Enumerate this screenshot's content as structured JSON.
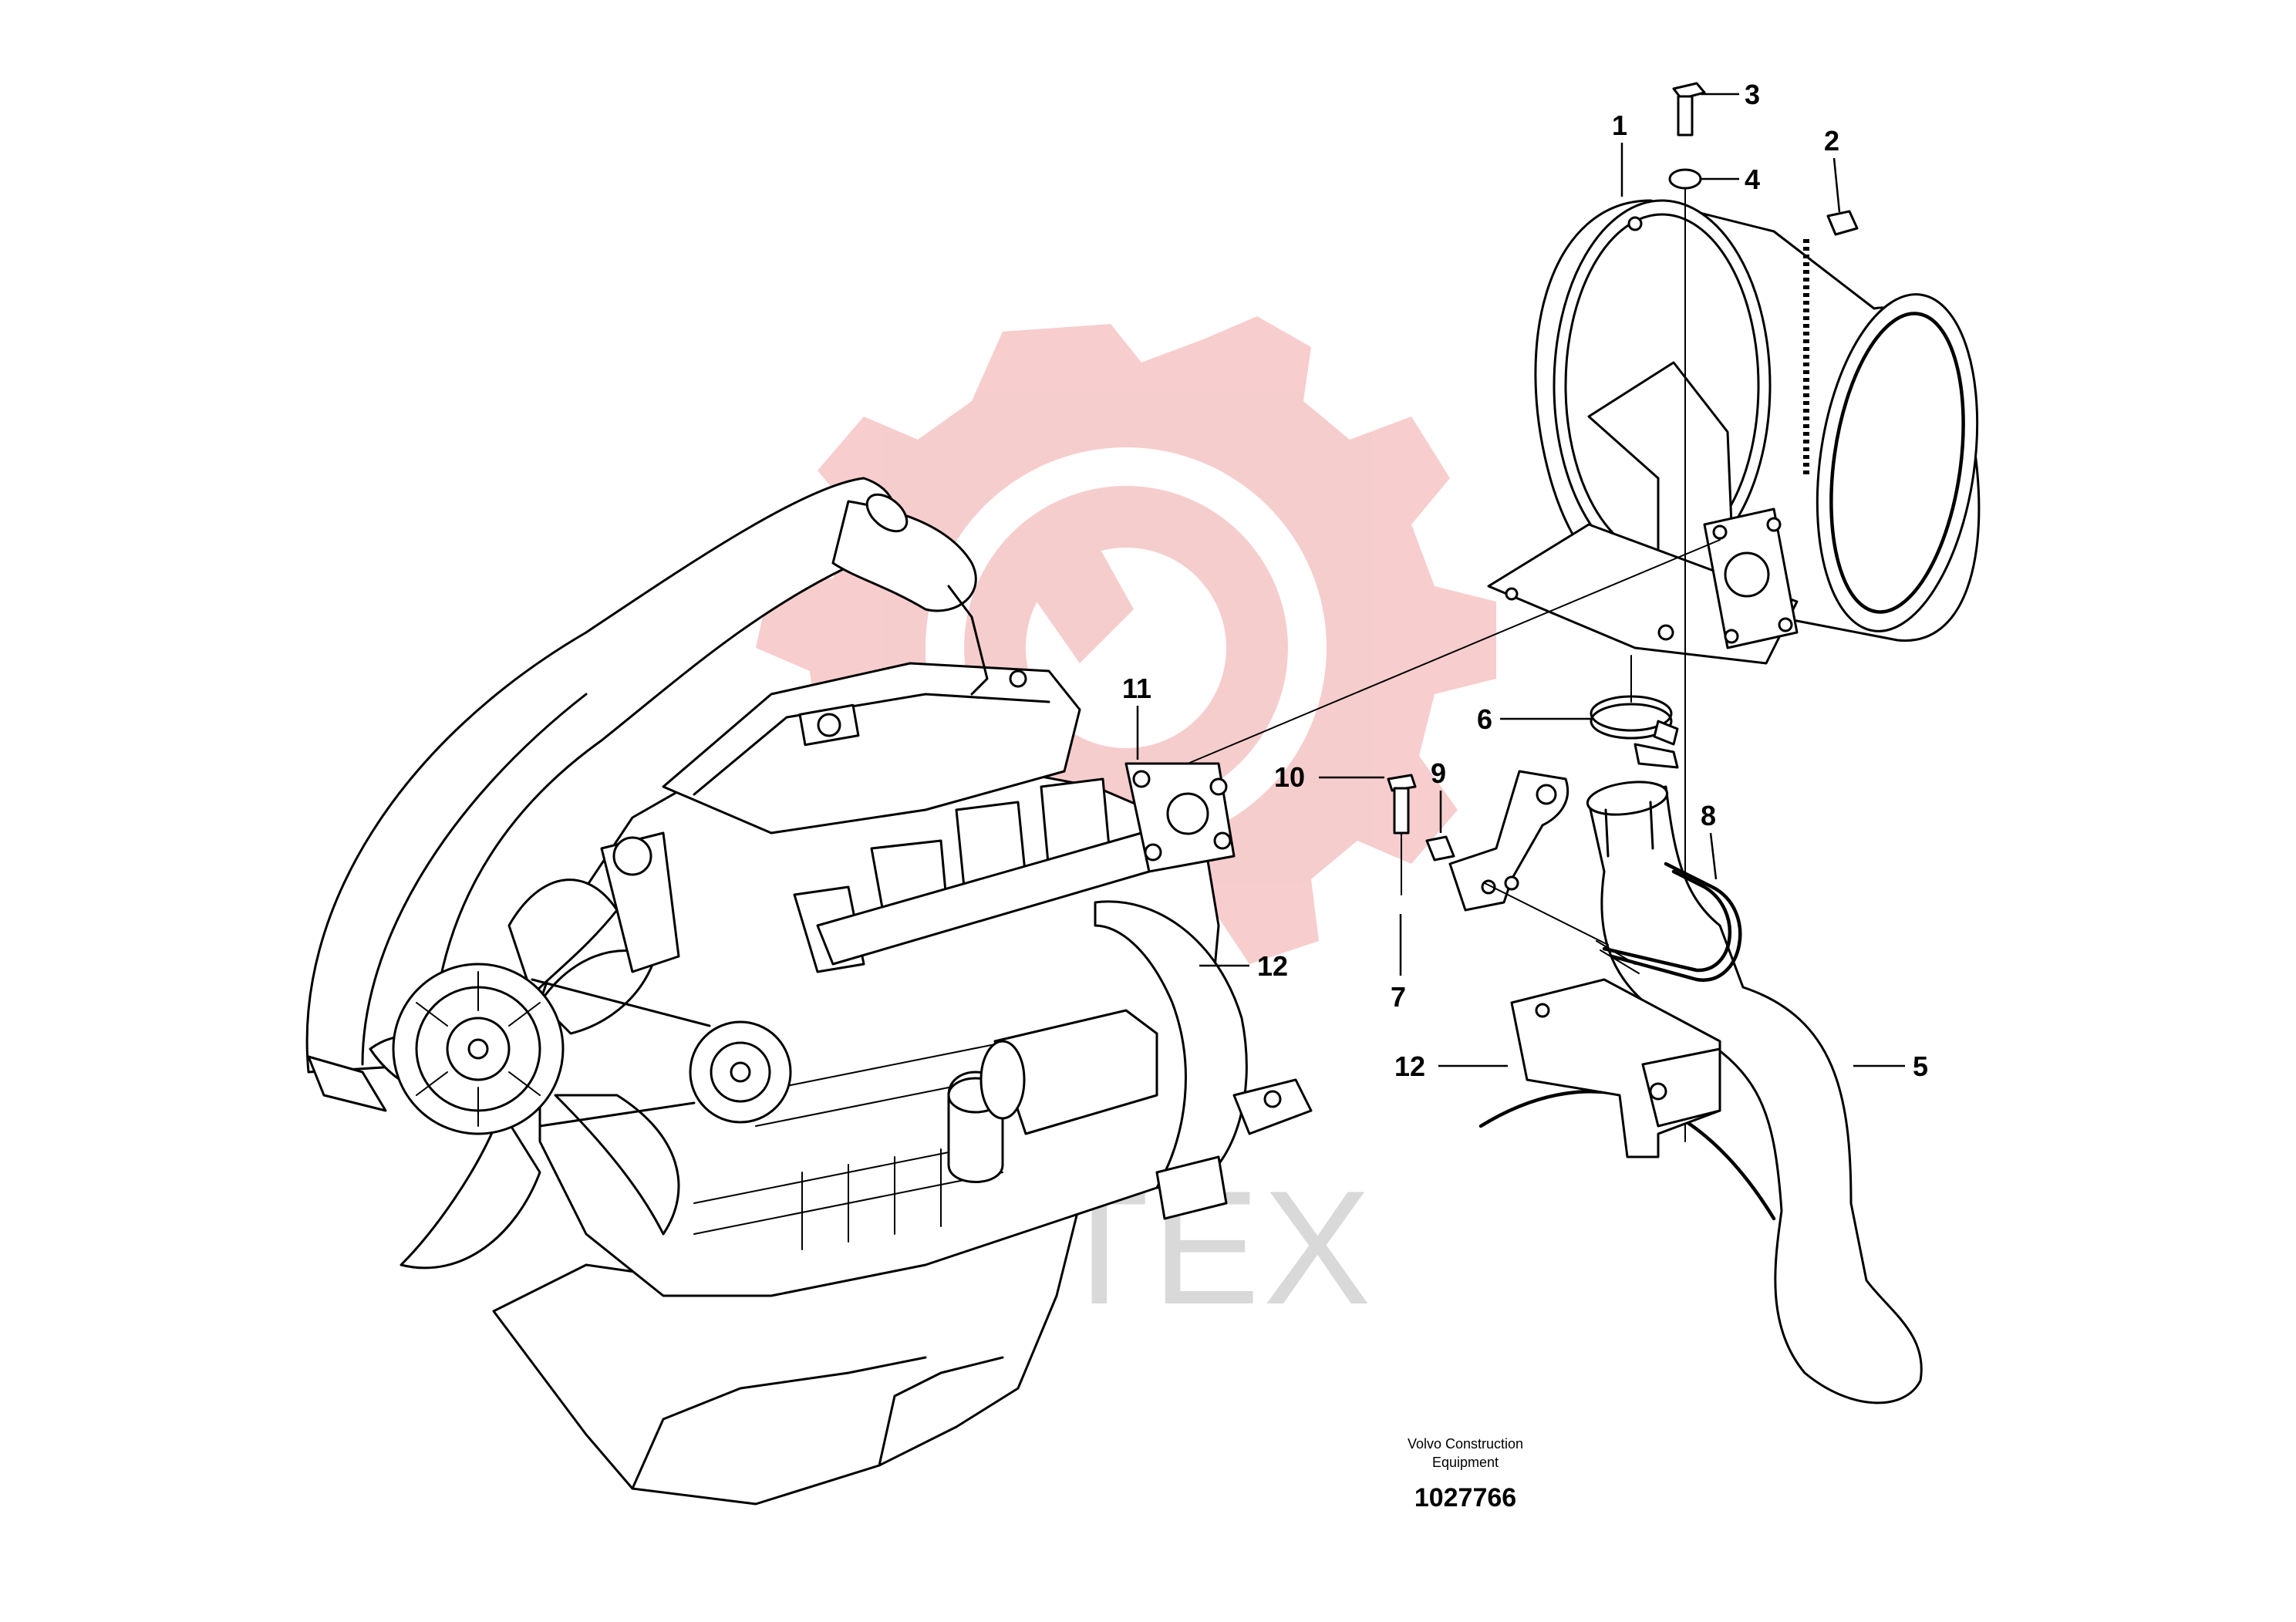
{
  "diagram": {
    "footer": {
      "company_line1": "Volvo Construction",
      "company_line2": "Equipment",
      "drawing_number": "1027766"
    },
    "watermark_text": "MITEX",
    "watermark_color": "#f4c2c2",
    "callouts": [
      {
        "id": "1",
        "label": "1"
      },
      {
        "id": "2",
        "label": "2"
      },
      {
        "id": "3",
        "label": "3"
      },
      {
        "id": "4",
        "label": "4"
      },
      {
        "id": "5",
        "label": "5"
      },
      {
        "id": "6",
        "label": "6"
      },
      {
        "id": "7",
        "label": "7"
      },
      {
        "id": "8",
        "label": "8"
      },
      {
        "id": "9",
        "label": "9"
      },
      {
        "id": "10",
        "label": "10"
      },
      {
        "id": "11",
        "label": "11"
      },
      {
        "id": "12a",
        "label": "12"
      },
      {
        "id": "12b",
        "label": "12"
      }
    ]
  }
}
